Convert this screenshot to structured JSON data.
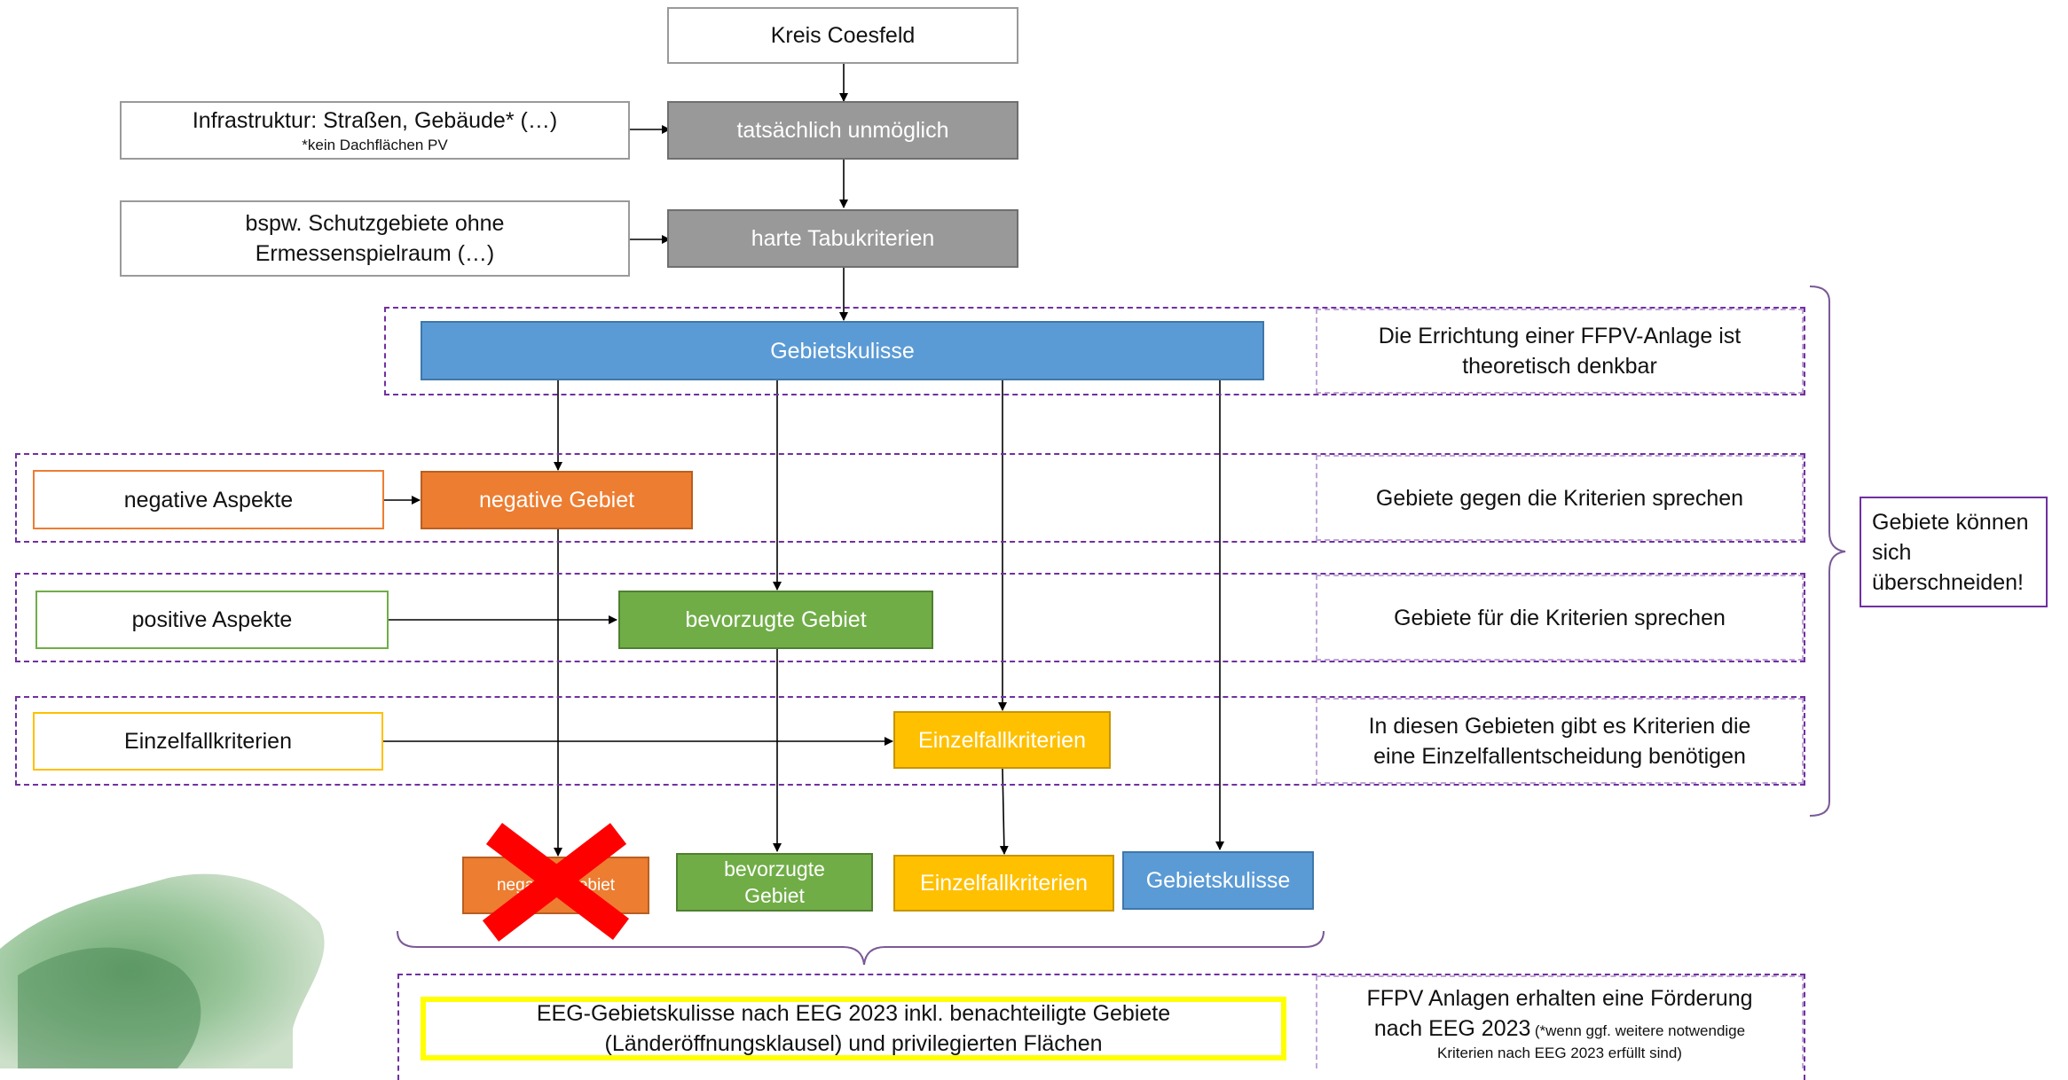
{
  "flow": {
    "kreis": "Kreis Coesfeld",
    "infra_line1": "Infrastruktur: Straßen, Gebäude* (…)",
    "infra_line2": "*kein Dachflächen PV",
    "unmoeglich": "tatsächlich unmöglich",
    "schutz_line1": "bspw. Schutzgebiete ohne",
    "schutz_line2": "Ermessenspielraum (…)",
    "tabu": "harte Tabukriterien",
    "gebietskulisse": "Gebietskulisse",
    "negative_aspekte": "negative Aspekte",
    "negative_gebiet": "negative Gebiet",
    "positive_aspekte": "positive Aspekte",
    "bevorzugte_gebiet": "bevorzugte Gebiet",
    "einzelfall_input": "Einzelfallkriterien",
    "einzelfall_box": "Einzelfallkriterien"
  },
  "notes": {
    "row1_line1": "Die Errichtung einer FFPV-Anlage ist",
    "row1_line2": "theoretisch denkbar",
    "row2": "Gebiete gegen die Kriterien sprechen",
    "row3": "Gebiete für die Kriterien sprechen",
    "row4_line1": "In diesen Gebieten gibt es Kriterien die",
    "row4_line2": "eine Einzelfallentscheidung benötigen",
    "overlap": "Gebiete können sich überschneiden!"
  },
  "results": {
    "negative_hidden": "negative Gebiet",
    "bevorzugte_line1": "bevorzugte",
    "bevorzugte_line2": "Gebiet",
    "einzelfall": "Einzelfallkriterien",
    "gebietskulisse": "Gebietskulisse"
  },
  "eeg": {
    "line1": "EEG-Gebietskulisse nach EEG 2023 inkl. benachteiligte Gebiete",
    "line2": "(Länderöffnungsklausel) und privilegierten Flächen",
    "note_line1": "FFPV Anlagen erhalten eine Förderung",
    "note_line2_main": "nach EEG 2023",
    "note_line2_small": "(*wenn ggf. weitere notwendige",
    "note_line3": "Kriterien nach EEG 2023 erfüllt sind)"
  },
  "colors": {
    "gray": "#999999",
    "blue": "#5b9bd5",
    "orange": "#ed7d31",
    "green": "#70ad47",
    "yellow": "#ffc000",
    "dashed": "#7030a0",
    "highlight": "#ffff00",
    "cross": "#ff0000"
  }
}
